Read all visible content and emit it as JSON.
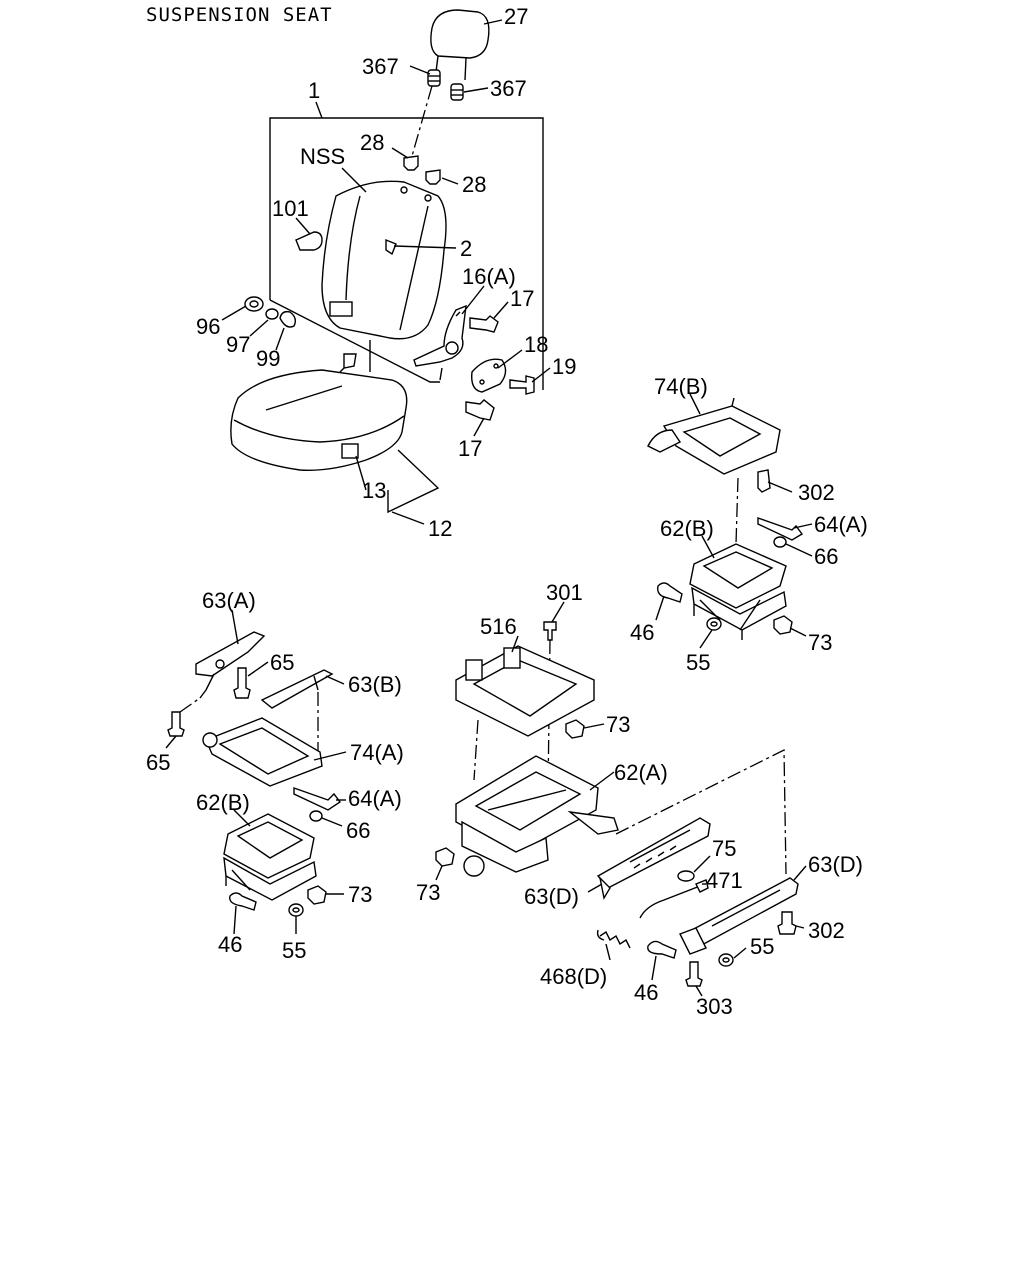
{
  "title": "SUSPENSION SEAT",
  "labels": {
    "l27": "27",
    "l367a": "367",
    "l367b": "367",
    "l1": "1",
    "l28a": "28",
    "l28b": "28",
    "lNSS": "NSS",
    "l101": "101",
    "l2": "2",
    "l16A": "16(A)",
    "l17a": "17",
    "l96": "96",
    "l97": "97",
    "l99": "99",
    "l18": "18",
    "l19": "19",
    "l17b": "17",
    "l13": "13",
    "l12": "12",
    "l74B": "74(B)",
    "l302a": "302",
    "l62Ba": "62(B)",
    "l64Aa": "64(A)",
    "l66a": "66",
    "l46a": "46",
    "l55a": "55",
    "l73a": "73",
    "l63A": "63(A)",
    "l65a": "65",
    "l63B": "63(B)",
    "l65b": "65",
    "l74A": "74(A)",
    "l64Ab": "64(A)",
    "l66b": "66",
    "l62Bb": "62(B)",
    "l73b": "73",
    "l46b": "46",
    "l55b": "55",
    "l301": "301",
    "l516": "516",
    "l73c": "73",
    "l62A": "62(A)",
    "l73d": "73",
    "l63Da": "63(D)",
    "l75": "75",
    "l471": "471",
    "l63Db": "63(D)",
    "l302b": "302",
    "l468D": "468(D)",
    "l46c": "46",
    "l55c": "55",
    "l303": "303"
  }
}
